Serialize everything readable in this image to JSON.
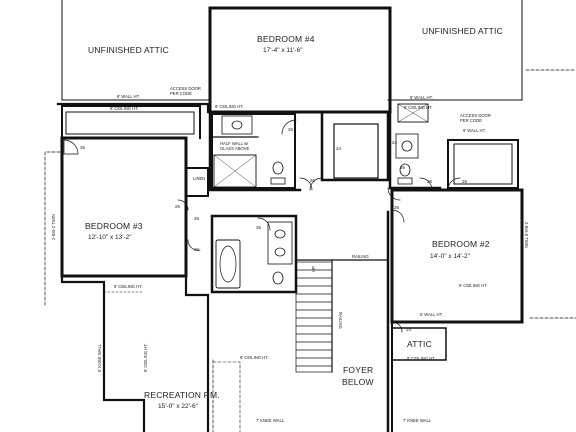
{
  "rooms": {
    "bedroom4": {
      "name": "BEDROOM #4",
      "dim": "17'-4\" x 11'-6\""
    },
    "bedroom3": {
      "name": "BEDROOM #3",
      "dim": "12'-10\" x 13'-2\""
    },
    "bedroom2": {
      "name": "BEDROOM #2",
      "dim": "14'-0\" x 14'-2\""
    },
    "recreation": {
      "name": "RECREATION RM.",
      "dim": "15'-0\" x 22'-6\""
    },
    "attic_left": {
      "name": "UNFINISHED ATTIC"
    },
    "attic_right": {
      "name": "UNFINISHED ATTIC"
    },
    "attic_small": {
      "name": "ATTIC"
    },
    "foyer": {
      "line1": "FOYER",
      "line2": "BELOW"
    }
  },
  "notes": {
    "access_door_left": [
      "ACCESS DOOR",
      "PER CODE"
    ],
    "access_door_right": [
      "ACCESS DOOR",
      "PER CODE"
    ],
    "wall_ht_8_left": "8' WALL HT.",
    "ceiling_9_left": "9' CEILING HT.",
    "ceiling_9_mid": "9' CEILING HT.",
    "wall_ht_8_right": "8' WALL HT.",
    "ceiling_9_right": "9' CEILING HT.",
    "wall_ht_9_right": "9' WALL HT.",
    "ceiling_9_b2": "9' CEILING HT.",
    "wall_ht_5": "5' WALL HT.",
    "ceiling_9_b3": "9' CEILING HT.",
    "ceiling_9_rec": "9' CEILING HT.",
    "ceiling_9_attic": "9' CEILING HT.",
    "knee_wall_left": "7' KNEE WALL",
    "knee_wall_right": "7' KNEE WALL",
    "knee_wall_vert": "5' KNEE WALL",
    "ceiling_vert": "9' CEILING HT.",
    "half_wall": [
      "HALF WALL w/",
      "GLASS ABOVE"
    ],
    "linen": "LINEN",
    "railing_top": "RAILING",
    "railing_side": "RAILING",
    "window_left": "2-8x5-2 TWIN",
    "window_right": "2-8x5-0 TWIN",
    "up": "UP"
  },
  "doors": [
    "26",
    "26",
    "26",
    "26",
    "26",
    "24",
    "24",
    "26",
    "26",
    "26",
    "24",
    "26",
    "26",
    "26"
  ]
}
